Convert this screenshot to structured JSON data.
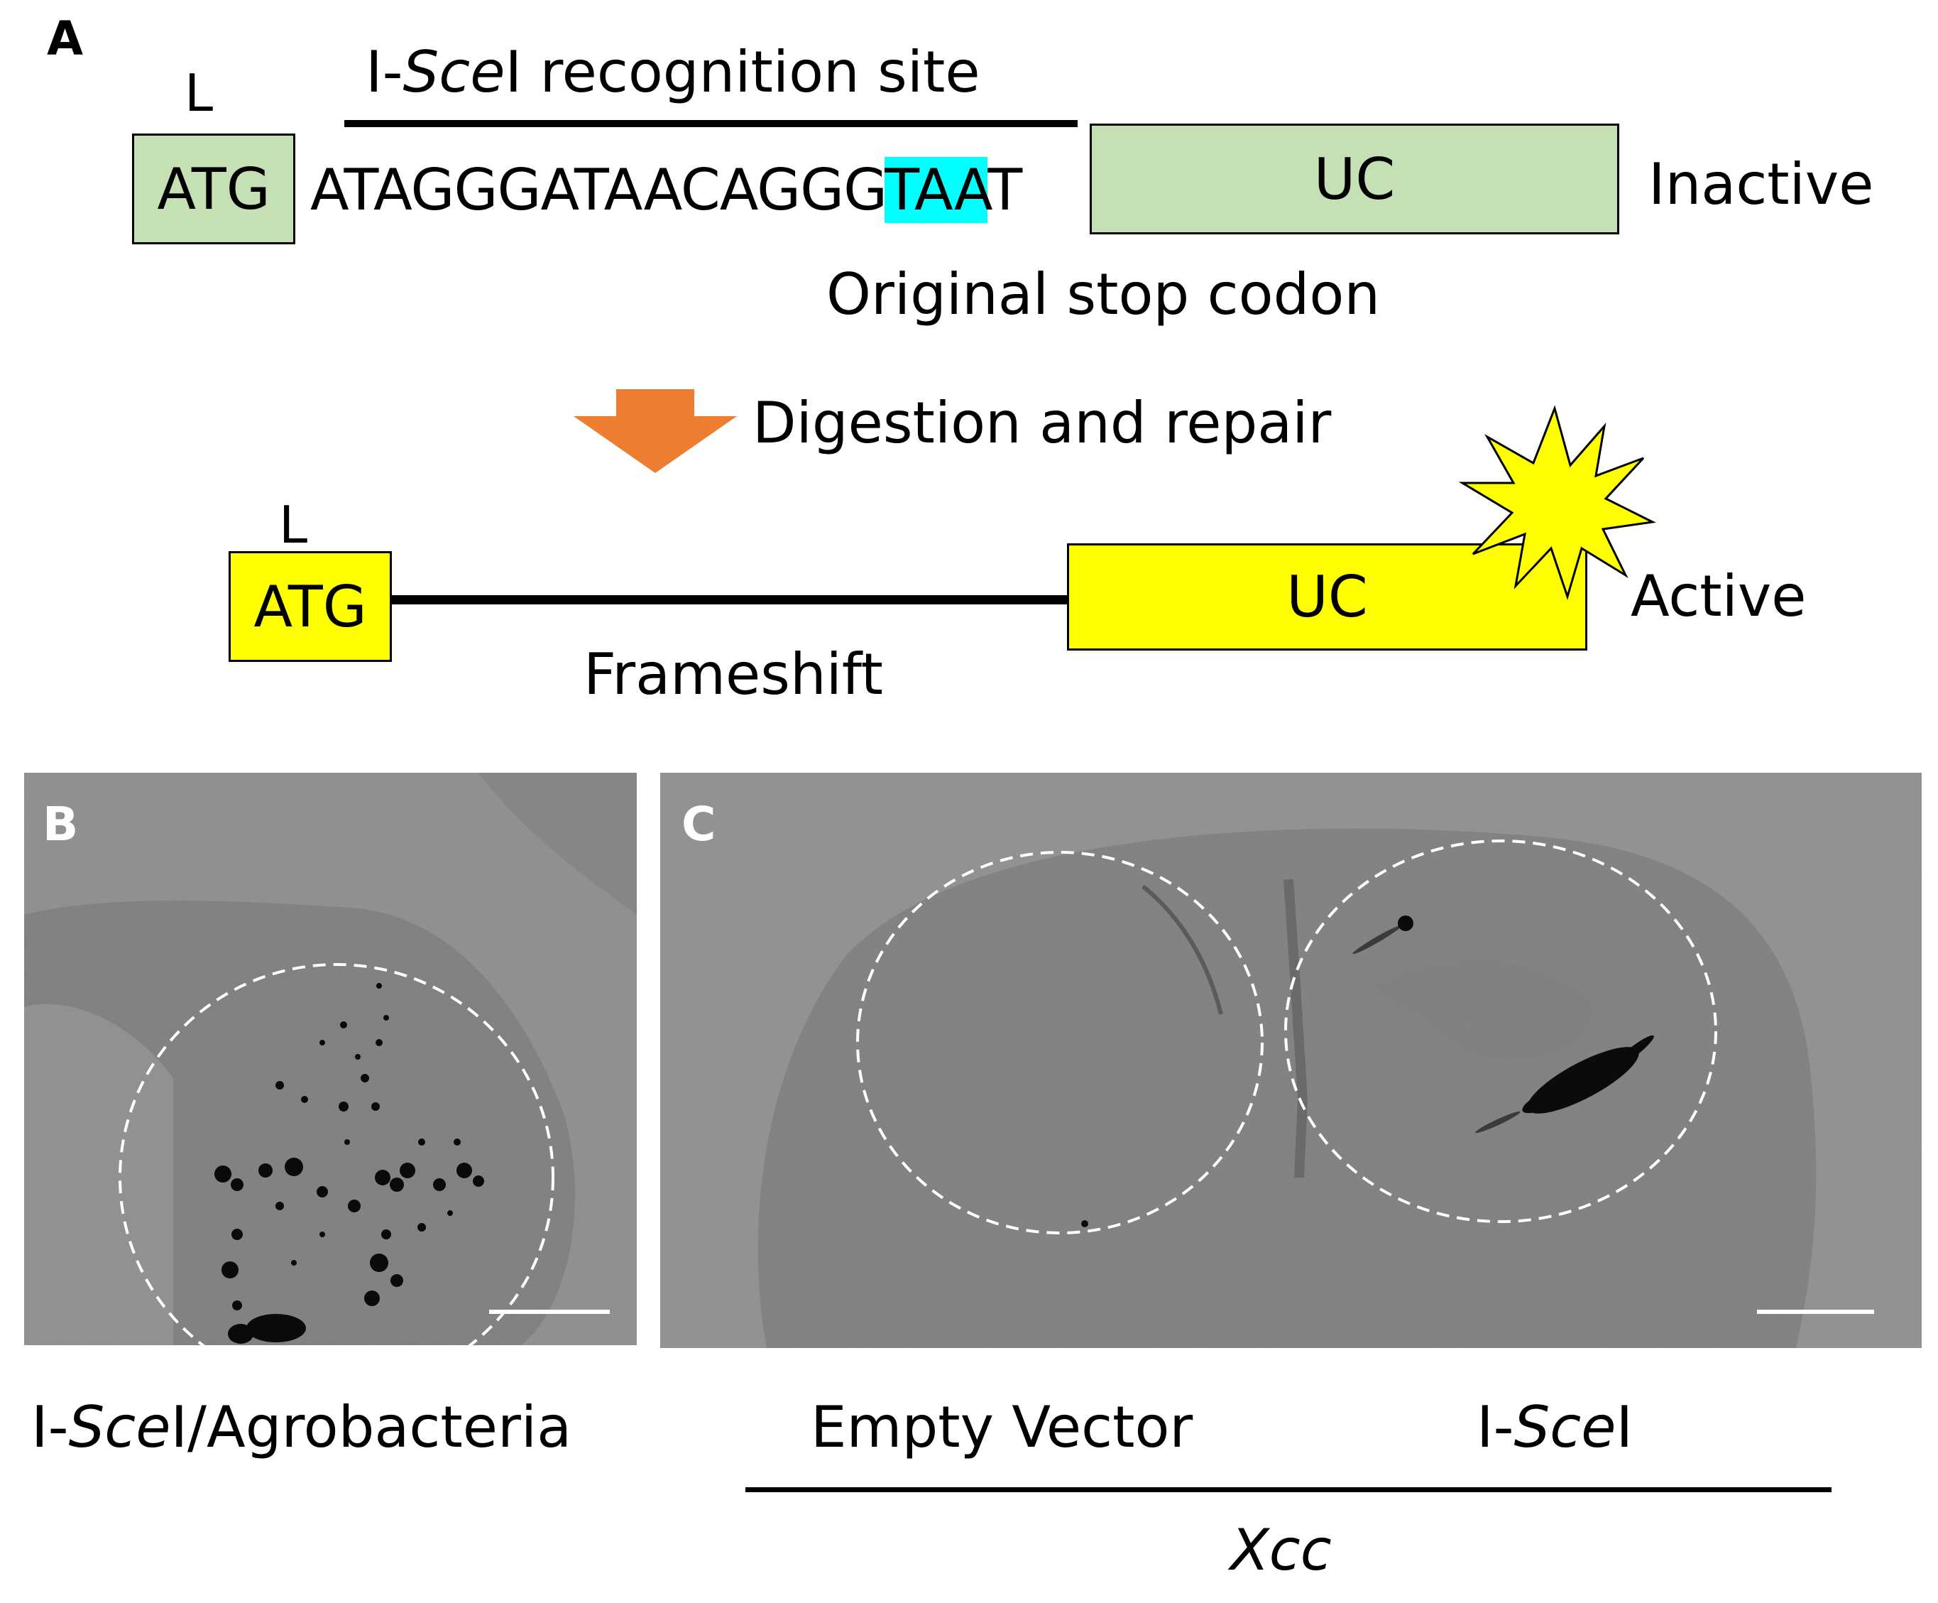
{
  "panel_a": {
    "letter": "A",
    "upper": {
      "label_l": "L",
      "atg": "ATG",
      "site_title_pre": "I-",
      "site_title_it": "Sce",
      "site_title_post": "I recognition site",
      "seq_pre": "ATAGGGATAACAGGG",
      "seq_stop": "TAA",
      "seq_post": "T",
      "uc": "UC",
      "state": "Inactive",
      "stop_label": "Original stop codon"
    },
    "arrow_label": "Digestion and repair",
    "lower": {
      "label_l": "L",
      "atg": "ATG",
      "uc": "UC",
      "state": "Active",
      "frameshift": "Frameshift"
    },
    "colors": {
      "inactive_box": "#c5e0b4",
      "active_box": "#ffff00",
      "stop_highlight": "#00ffff",
      "arrow": "#ed7d31",
      "burst": "#ffff00"
    }
  },
  "panel_b": {
    "letter": "B",
    "caption_pre": "I-",
    "caption_it": "Sce",
    "caption_post": "I/Agrobacteria"
  },
  "panel_c": {
    "letter": "C",
    "left_label": "Empty Vector",
    "right_label_pre": "I-",
    "right_label_it": "Sce",
    "right_label_post": "I",
    "group_label": "Xcc"
  }
}
